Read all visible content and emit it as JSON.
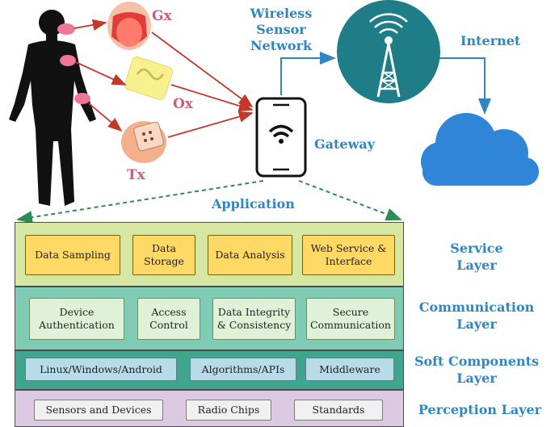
{
  "sensors": {
    "gx": "Gx",
    "ox": "Ox",
    "tx": "Tx"
  },
  "network": {
    "wsn_lines": [
      "Wireless",
      "Sensor",
      "Network"
    ],
    "internet": "Internet",
    "gateway": "Gateway",
    "application": "Application"
  },
  "layers": [
    {
      "name_lines": [
        "Service",
        "Layer"
      ],
      "items": [
        [
          "Data Sampling"
        ],
        [
          "Data",
          "Storage"
        ],
        [
          "Data Analysis"
        ],
        [
          "Web Service &",
          "Interface"
        ]
      ]
    },
    {
      "name_lines": [
        "Communication",
        "Layer"
      ],
      "items": [
        [
          "Device",
          "Authentication"
        ],
        [
          "Access",
          "Control"
        ],
        [
          "Data Integrity",
          "& Consistency"
        ],
        [
          "Secure",
          "Communication"
        ]
      ]
    },
    {
      "name_lines": [
        "Soft Components",
        "Layer"
      ],
      "items": [
        [
          "Linux/Windows/Android"
        ],
        [
          "Algorithms/APIs"
        ],
        [
          "Middleware"
        ]
      ]
    },
    {
      "name_lines": [
        "Perception Layer"
      ],
      "items": [
        [
          "Sensors and Devices"
        ],
        [
          "Radio Chips"
        ],
        [
          "Standards"
        ]
      ]
    }
  ],
  "colors": {
    "service_band": "#d6e7a3",
    "communication_band": "#7fcbb3",
    "soft_band": "#3fa58c",
    "perception_band": "#dcc9e2",
    "arrow_red": "#c0392b",
    "arrow_blue": "#2f86c4",
    "tower_circle": "#1e7d86",
    "cloud": "#2f86d8"
  }
}
